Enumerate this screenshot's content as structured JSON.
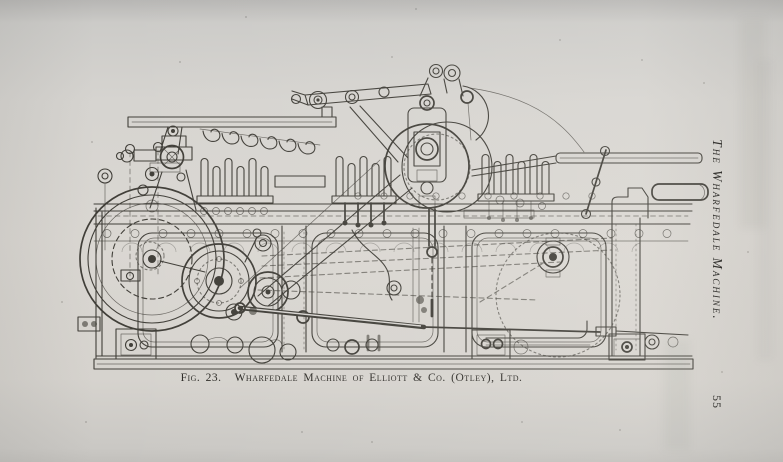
{
  "page": {
    "running_head": "The Wharfedale Machine.",
    "page_number": "55"
  },
  "figure": {
    "label": "Fig. 23.",
    "caption": "Wharfedale Machine of Elliott & Co. (Otley), Ltd."
  },
  "colors": {
    "ink": "#34322c",
    "paper": "#d6d4d0"
  }
}
